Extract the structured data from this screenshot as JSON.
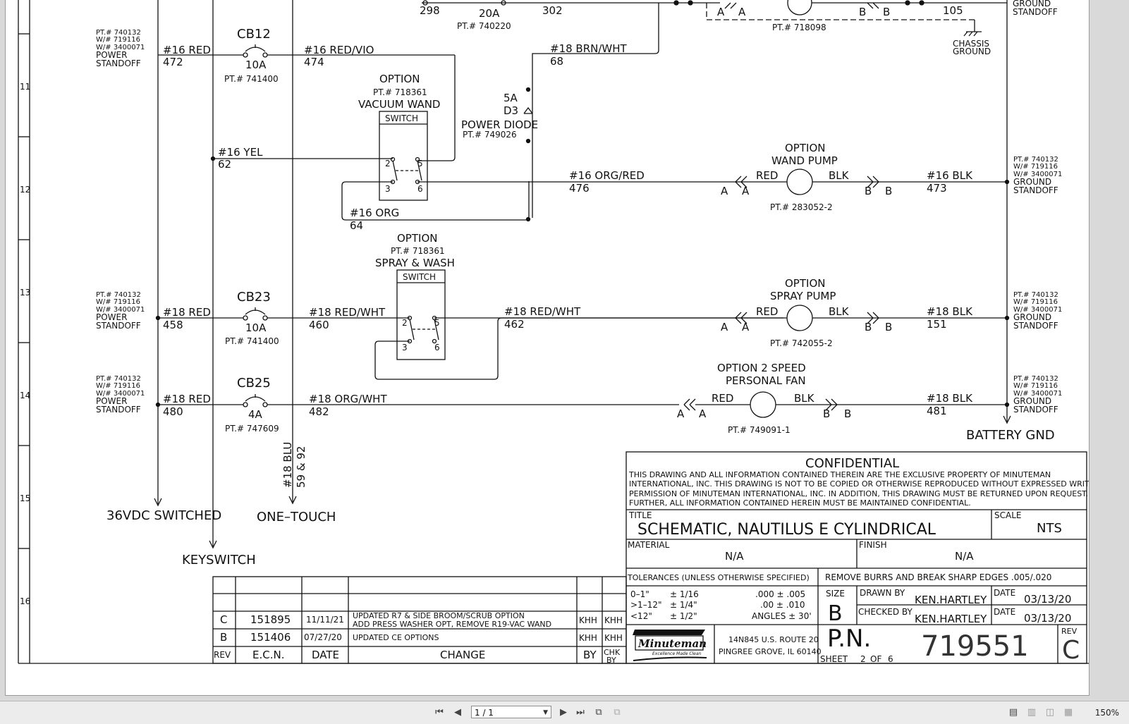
{
  "document": {
    "row_markers": [
      "11",
      "12",
      "13",
      "14",
      "15",
      "16"
    ],
    "header": {
      "top_labels": [
        "298",
        "20A",
        "302",
        "PT.# 740220",
        "A",
        "A",
        "B",
        "B",
        "105",
        "PT.# 718098",
        "GROUND",
        "STANDOFF"
      ],
      "chassis_ground": [
        "CHASSIS",
        "GROUND"
      ]
    },
    "standoff_labels": {
      "power": [
        "PT.# 740132",
        "W/# 719116",
        "W/# 3400071",
        "POWER",
        "STANDOFF"
      ],
      "ground": [
        "PT.# 740132",
        "W/# 719116",
        "W/# 3400071",
        "GROUND",
        "STANDOFF"
      ]
    },
    "cb12": {
      "name": "CB12",
      "rating": "10A",
      "part": "PT.# 741400",
      "wire_in": "#16 RED",
      "num_in": "472",
      "wire_out": "#16 RED/VIO",
      "num_out": "474"
    },
    "diode": {
      "wire": "#18 BRN/WHT",
      "num": "68",
      "rating": "5A",
      "ref": "D3",
      "name": "POWER DIODE",
      "part": "PT.# 749026"
    },
    "vacuum_switch": {
      "option": "OPTION",
      "part": "PT.# 718361",
      "name": "VACUUM WAND",
      "box": "SWITCH",
      "p2": "2",
      "p5": "5",
      "p3": "3",
      "p6": "6",
      "yel": "#16 YEL",
      "yel_num": "62",
      "org": "#16 ORG",
      "org_num": "64"
    },
    "wand_pump": {
      "option": "OPTION",
      "name": "WAND PUMP",
      "wire_in": "#16 ORG/RED",
      "num_in": "476",
      "red": "RED",
      "blk": "BLK",
      "part": "PT.# 283052-2",
      "wire_out": "#16 BLK",
      "num_out": "473"
    },
    "spray_switch": {
      "option": "OPTION",
      "part": "PT.# 718361",
      "name": "SPRAY & WASH",
      "box": "SWITCH",
      "p2": "2",
      "p5": "5",
      "p3": "3",
      "p6": "6"
    },
    "cb23": {
      "name": "CB23",
      "rating": "10A",
      "part": "PT.# 741400",
      "wire_in": "#18 RED",
      "num_in": "458",
      "wire_out": "#18 RED/WHT",
      "num_out": "460",
      "wire_out2": "#18 RED/WHT",
      "num_out2": "462"
    },
    "spray_pump": {
      "option": "OPTION",
      "name": "SPRAY PUMP",
      "red": "RED",
      "blk": "BLK",
      "part": "PT.# 742055-2",
      "wire_out": "#18 BLK",
      "num_out": "151"
    },
    "cb25": {
      "name": "CB25",
      "rating": "4A",
      "part": "PT.# 747609",
      "wire_in": "#18 RED",
      "num_in": "480",
      "wire_out": "#18 ORG/WHT",
      "num_out": "482"
    },
    "fan": {
      "line1": "OPTION 2 SPEED",
      "line2": "PERSONAL FAN",
      "red": "RED",
      "blk": "BLK",
      "part": "PT.# 749091-1",
      "wire_out": "#18 BLK",
      "num_out": "481"
    },
    "connector": {
      "a": "A",
      "b": "B"
    },
    "bottom": {
      "switched": "36VDC SWITCHED",
      "one_touch": "ONE–TOUCH",
      "keyswitch": "KEYSWITCH",
      "battery": "BATTERY GND",
      "vert_wire": "#18 BLU",
      "vert_num": "59 & 92"
    },
    "revisions": {
      "rows": [
        {
          "rev": "C",
          "ecn": "151895",
          "date": "11/11/21",
          "change1": "UPDATED R7 & SIDE BROOM/SCRUB OPTION",
          "change2": "ADD PRESS WASHER OPT, REMOVE R19-VAC WAND",
          "by": "KHH",
          "chk": "KHH"
        },
        {
          "rev": "B",
          "ecn": "151406",
          "date": "07/27/20",
          "change1": "UPDATED CE OPTIONS",
          "change2": "",
          "by": "KHH",
          "chk": "KHH"
        }
      ],
      "headers": {
        "rev": "REV",
        "ecn": "E.C.N.",
        "date": "DATE",
        "change": "CHANGE",
        "by": "BY",
        "chk1": "CHK",
        "chk2": "BY"
      }
    },
    "title_block": {
      "confidential": "CONFIDENTIAL",
      "notice": [
        "THIS DRAWING AND ALL INFORMATION CONTAINED THEREIN ARE THE EXCLUSIVE PROPERTY OF MINUTEMAN",
        "INTERNATIONAL, INC. THIS DRAWING IS NOT TO BE COPIED OR OTHERWISE REPRODUCED WITHOUT EXPRESSED WRITTEN",
        "PERMISSION OF MINUTEMAN INTERNATIONAL, INC. IN ADDITION, THIS DRAWING MUST BE RETURNED UPON REQUEST.",
        "FURTHER, ALL INFORMATION CONTAINED HEREIN MUST BE MAINTAINED CONFIDENTIAL."
      ],
      "title_label": "TITLE",
      "title": "SCHEMATIC, NAUTILUS E CYLINDRICAL",
      "scale_label": "SCALE",
      "scale": "NTS",
      "material_label": "MATERIAL",
      "material": "N/A",
      "finish_label": "FINISH",
      "finish": "N/A",
      "tolerances": "TOLERANCES (UNLESS OTHERWISE SPECIFIED)",
      "burrs": "REMOVE BURRS AND BREAK SHARP EDGES .005/.020",
      "tol_rows": [
        [
          "0–1\"",
          "± 1/16",
          ".000 ± .005"
        ],
        [
          ">1–12\"",
          "± 1/4\"",
          ".00 ± .010"
        ],
        [
          "<12\"",
          "± 1/2\"",
          "ANGLES ± 30'"
        ]
      ],
      "size_label": "SIZE",
      "size": "B",
      "drawn_label": "DRAWN BY",
      "drawn": "KEN.HARTLEY",
      "date_label": "DATE",
      "drawn_date": "03/13/20",
      "checked_label": "CHECKED BY",
      "checked": "KEN.HARTLEY",
      "checked_date": "03/13/20",
      "logo": "Minuteman",
      "logo_tag": "Excellence Made Clean",
      "address1": "14N845 U.S. ROUTE 20",
      "address2": "PINGREE GROVE, IL 60140",
      "pn_label": "P.N.",
      "pn": "719551",
      "rev_label": "REV",
      "rev": "C",
      "sheet_label": "SHEET",
      "sheet": "2",
      "of_label": "OF",
      "of": "6"
    }
  },
  "toolbar": {
    "first_icon": "first-page-icon",
    "prev_icon": "prev-page-icon",
    "page_value": "1 / 1",
    "next_icon": "next-page-icon",
    "last_icon": "last-page-icon",
    "zoom": "150%"
  }
}
